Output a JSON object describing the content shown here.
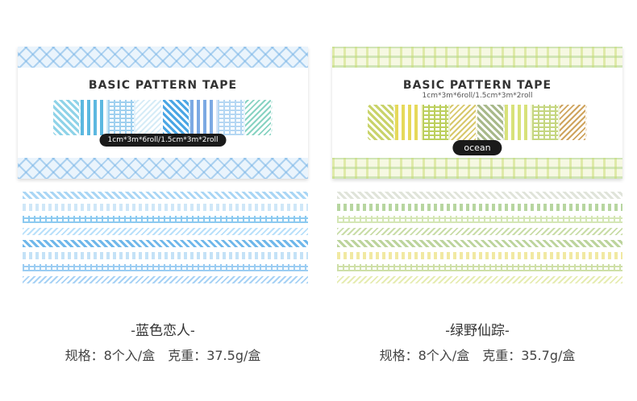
{
  "products": [
    {
      "id": "left",
      "brand": "BASIC PATTERN TAPE",
      "box_spec": "1cm*3m*6roll/1.5cm*3m*2roll",
      "pill": "",
      "name": "-蓝色恋人-",
      "spec": "规格：8个入/盒　克重：37.5g/盒",
      "roll_colors": [
        "#8fd3e8",
        "#5cb8e0",
        "#9fd0ef",
        "#d6ecf7",
        "#4aa6e4",
        "#7ca9e3",
        "#b5d7f3",
        "#88d3c2"
      ],
      "strip_colors": [
        "#a9d6f5",
        "#cfe7f8",
        "#8ccaf0",
        "#b9e0fa",
        "#6fb7ea",
        "#c4e2f7",
        "#9ccdf2",
        "#a7d2f5"
      ]
    },
    {
      "id": "right",
      "brand": "BASIC PATTERN TAPE",
      "box_spec": "1cm*3m*6roll/1.5cm*3m*2roll",
      "pill": "ocean",
      "name": "-绿野仙踪-",
      "spec": "规格：8个入/盒　克重：35.7g/盒",
      "roll_colors": [
        "#c9d36a",
        "#e6d95a",
        "#bccf5d",
        "#d8c86b",
        "#a8b98a",
        "#d8e27a",
        "#c5d680",
        "#cfa45e"
      ],
      "strip_colors": [
        "#e0e4da",
        "#b7d6a0",
        "#d4e6b5",
        "#c9dda8",
        "#bcd49c",
        "#f1e9a2",
        "#cfe0a9",
        "#e6ecb2"
      ]
    }
  ]
}
